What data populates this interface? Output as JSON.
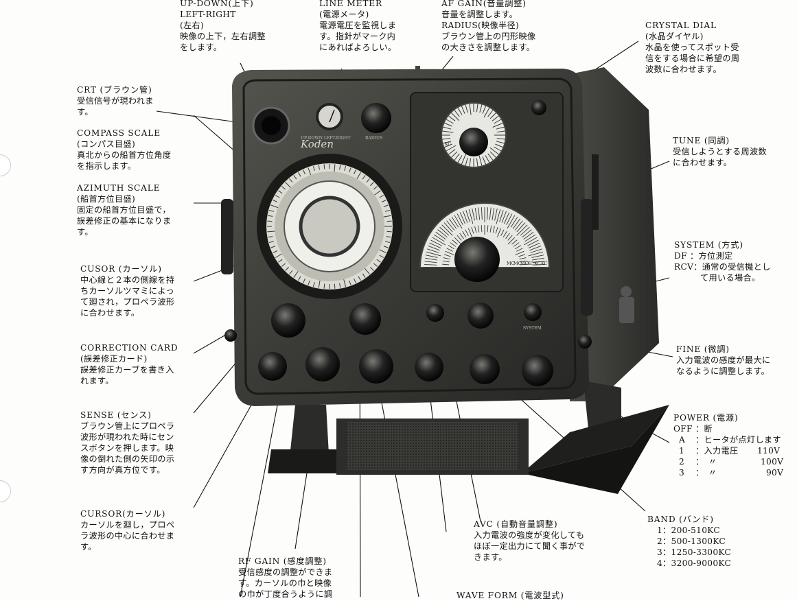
{
  "labels": {
    "updown": {
      "title": "UP-DOWN(上下)",
      "lines": [
        "LEFT-RIGHT",
        "(左右)",
        "映像の上下，左右調整",
        "をします。"
      ]
    },
    "linemeter": {
      "title": "LINE METER",
      "lines": [
        "(電源メータ)",
        "電源電圧を監視しま",
        "す。指針がマーク内",
        "にあればよろしい。"
      ]
    },
    "afgain": {
      "title": "AF GAIN(音量調整)",
      "lines": [
        "音量を調整します。",
        "RADIUS(映像半径)",
        "ブラウン管上の円形映像",
        "の大きさを調整します。"
      ]
    },
    "crystal": {
      "title": "CRYSTAL DIAL",
      "lines": [
        "(水晶ダイヤル)",
        "水晶を使ってスポット受",
        "信をする場合に希望の周",
        "波数に合わせます。"
      ]
    },
    "crt": {
      "title": "CRT (ブラウン管)",
      "lines": [
        "受信信号が現われま",
        "す。"
      ]
    },
    "compass": {
      "title": "COMPASS SCALE",
      "lines": [
        "(コンパス目盛)",
        "真北からの船首方位角度",
        "を指示します。"
      ]
    },
    "azimuth": {
      "title": "AZIMUTH SCALE",
      "lines": [
        "(船首方位目盛)",
        "固定の船首方位目盛で，",
        "誤差修正の基本になりま",
        "す。"
      ]
    },
    "cusor": {
      "title": "CUSOR (カーソル)",
      "lines": [
        "中心線と２本の側線を持",
        "ちカーソルツマミによっ",
        "て廻され，プロペラ波形",
        "に合わせます。"
      ]
    },
    "correction": {
      "title": "CORRECTION CARD",
      "lines": [
        "(誤差修正カード)",
        "誤差修正カーブを書き入",
        "れます。"
      ]
    },
    "sense": {
      "title": "SENSE (センス)",
      "lines": [
        "ブラウン管上にプロペラ",
        "波形が現われた時にセン",
        "スボタンを押します。映",
        "像の倒れた側の矢印の示",
        "す方向が真方位です。"
      ]
    },
    "cursor2": {
      "title": "CURSOR(カーソル)",
      "lines": [
        "カーソルを廻し，プロペ",
        "ラ波形の中心に合わせま",
        "す。"
      ]
    },
    "rfgain": {
      "title": "RF GAIN (感度調整)",
      "lines": [
        "受信感度の調整ができま",
        "す。カーソルの巾と映像",
        "の巾が丁度合うように調"
      ]
    },
    "avc": {
      "title": "AVC (自動音量調整)",
      "lines": [
        "入力電波の強度が変化しても",
        "ほぼ一定出力にて聞く事がで",
        "きます。"
      ]
    },
    "waveform": {
      "title": "WAVE FORM (電波型式)"
    },
    "tune": {
      "title": "TUNE (同調)",
      "lines": [
        "受信しようとする周波数",
        "に合わせます。"
      ]
    },
    "system": {
      "title": "SYSTEM (方式)",
      "lines": [
        "DF ：方位測定",
        "RCV：通常の受信機とし",
        "て用いる場合。"
      ]
    },
    "fine": {
      "title": "FINE (微調)",
      "lines": [
        "入力電波の感度が最大に",
        "なるように調整します。"
      ]
    },
    "power": {
      "title": "POWER (電源)",
      "rows": [
        [
          "OFF",
          "：断",
          ""
        ],
        [
          "A",
          "：ヒータが点灯します",
          ""
        ],
        [
          "1",
          "：入力電圧",
          "110V"
        ],
        [
          "2",
          "：　〃",
          "100V"
        ],
        [
          "3",
          "：　〃",
          "90V"
        ]
      ]
    },
    "band": {
      "title": "BAND (バンド)",
      "lines": [
        "1：200-510KC",
        "2：500-1300KC",
        "3：1250-3300KC",
        "4：3200-9000KC"
      ]
    }
  },
  "panel": {
    "logo": "Koden",
    "knob_labels": {
      "updown": "UP-DOWN LEFT-RIGHT",
      "radius": "RADIUS",
      "system": "SYSTEM",
      "kc": "KC"
    },
    "tune_scale_bottom": [
      "MC",
      "MC",
      "MC",
      "KC",
      "KC",
      "KC"
    ]
  },
  "colors": {
    "ink": "#111111",
    "cabinet": "#3a3a38",
    "cabinet_dark": "#1c1c1b",
    "cabinet_light": "#6b6b66",
    "dial_face": "#e8e8e2"
  }
}
